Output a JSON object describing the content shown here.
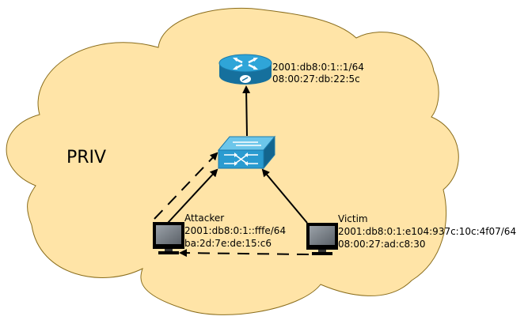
{
  "zone": {
    "label": "PRIV"
  },
  "router": {
    "ip": "2001:db8:0:1::1/64",
    "mac": "08:00:27:db:22:5c"
  },
  "attacker": {
    "name": "Attacker",
    "ip": "2001:db8:0:1::fffe/64",
    "mac": "ba:2d:7e:de:15:c6"
  },
  "victim": {
    "name": "Victim",
    "ip": "2001:db8:0:1:e104:937c:10c:4f07/64",
    "mac": "08:00:27:ad:c8:30"
  },
  "colors": {
    "cloud_fill": "#ffe4a7",
    "cloud_stroke": "#8a6d1c",
    "router_blue": "#1f8fc2",
    "switch_blue": "#2a9bd0"
  },
  "icons": {
    "router": "router-icon",
    "switch": "switch-icon",
    "attacker_host": "computer-icon",
    "victim_host": "computer-icon"
  }
}
